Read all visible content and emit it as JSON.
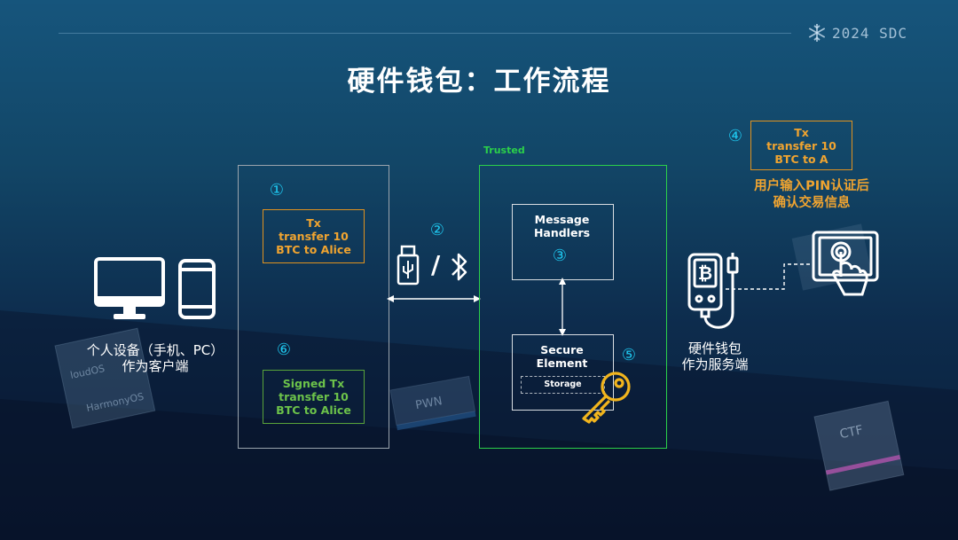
{
  "brand": {
    "text": "2024 SDC",
    "icon": "snowflake-icon"
  },
  "title": "硬件钱包：工作流程",
  "client": {
    "caption_line1": "个人设备（手机、PC）",
    "caption_line2": "作为客户端"
  },
  "step1": {
    "num": "①",
    "tx_line1": "Tx",
    "tx_line2": "transfer 10",
    "tx_line3": "BTC to Alice"
  },
  "step6": {
    "num": "⑥",
    "tx_line1": "Signed Tx",
    "tx_line2": "transfer 10",
    "tx_line3": "BTC to Alice"
  },
  "step2": {
    "num": "②",
    "separator": "/"
  },
  "trusted": {
    "label": "Trusted",
    "handlers_line1": "Message",
    "handlers_line2": "Handlers",
    "handlers_num": "③",
    "se_line1": "Secure",
    "se_line2": "Element",
    "storage": "Storage",
    "se_num": "⑤"
  },
  "step4": {
    "num": "④",
    "tx_line1": "Tx",
    "tx_line2": "transfer 10",
    "tx_line3": "BTC to A",
    "confirm_line1": "用户输入PIN认证后",
    "confirm_line2": "确认交易信息"
  },
  "wallet": {
    "caption_line1": "硬件钱包",
    "caption_line2": "作为服务端"
  },
  "decor": {
    "cube1": "HarmonyOS",
    "cube1b": "loudOS",
    "cube2": "PWN",
    "cube3": "CTF"
  },
  "colors": {
    "accent_cyan": "#1ec8f0",
    "orange": "#f0a430",
    "green": "#6cc24a",
    "trusted_green": "#2bd04a",
    "key_yellow": "#f2b51d"
  }
}
